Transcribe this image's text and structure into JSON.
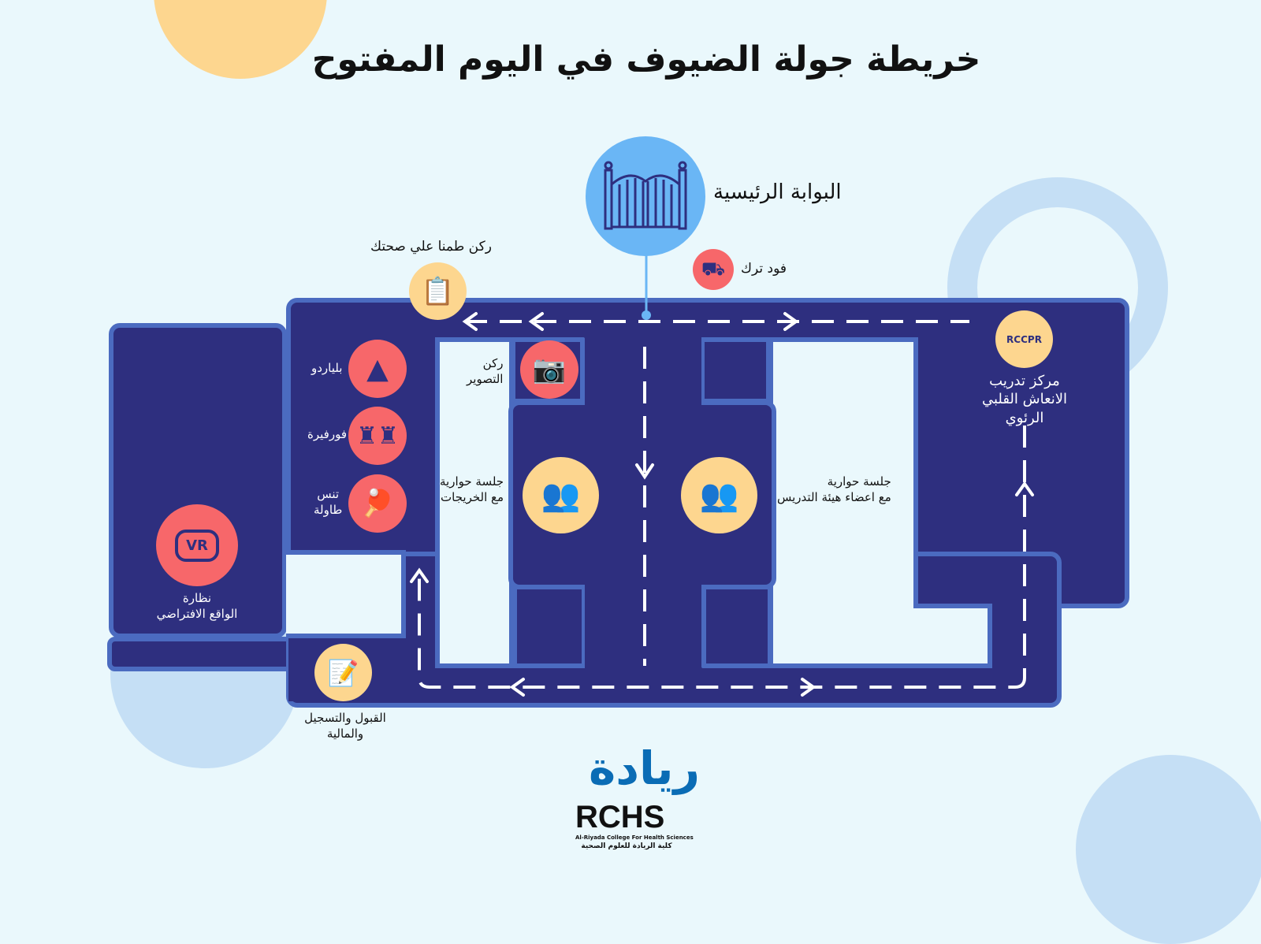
{
  "title": "خريطة جولة الضيوف في اليوم المفتوح",
  "colors": {
    "background": "#eaf8fc",
    "floor": "#2e2f7f",
    "wall": "#4b6bc0",
    "red": "#f7676a",
    "yellow": "#fdd68f",
    "gate": "#6ab6f5",
    "logo": "#0a6cb5"
  },
  "locations": {
    "main_gate": "البوابة الرئيسية",
    "food_truck": "فود ترك",
    "health_corner": "ركن طمنا علي صحتك",
    "billiards": "بلياردو",
    "foosball": "فورفيرة",
    "table_tennis_1": "تنس",
    "table_tennis_2": "طاولة",
    "photo_corner_1": "ركن",
    "photo_corner_2": "التصوير",
    "alumni_session_1": "جلسة حوارية",
    "alumni_session_2": "مع الخريجات",
    "faculty_session_1": "جلسة حوارية",
    "faculty_session_2": "مع اعضاء هيئة التدريس",
    "cpr_center_1": "مركز تدريب",
    "cpr_center_2": "الانعاش القلبي الرئوي",
    "cpr_logo": "RCCPR",
    "vr_1": "نظارة",
    "vr_2": "الواقع الافتراضي",
    "vr_badge": "VR",
    "admission_1": "القبول والتسجيل",
    "admission_2": "والمالية"
  },
  "logo": {
    "arabic": "ريادة",
    "acronym": "RCHS",
    "english": "Al-Riyada College For Health Sciences",
    "arabic_full": "كلية الريادة للعلوم الصحية"
  }
}
